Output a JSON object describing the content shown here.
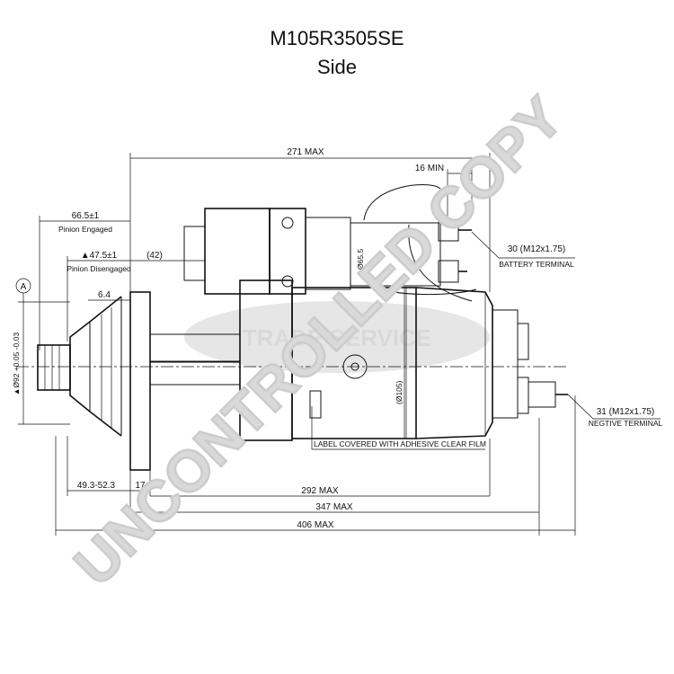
{
  "title": "M105R3505SE",
  "subtitle": "Side",
  "watermark": {
    "main": "UNCONTROLLED COPY",
    "badge": "TRADE SERVICE",
    "color": "#d9d9d9"
  },
  "dimensions": {
    "max271": "271 MAX",
    "min16": "16 MIN",
    "pinion_engaged_value": "66.5±1",
    "pinion_engaged_label": "Pinion Engaged",
    "pinion_disengaged_value": "▲47.5±1",
    "pinion_disengaged_label": "Pinion Disengaged",
    "paren42": "(42)",
    "d64": "6.4",
    "d65": "Ø65.5",
    "d105": "(Ø105)",
    "d92": "▲Ø92 +0.05 -0.03",
    "range": "49.3-52.3",
    "d17": "17",
    "max292": "292 MAX",
    "max347": "347 MAX",
    "max406": "406 MAX",
    "datum": "A"
  },
  "callouts": {
    "battery_spec": "30 (M12x1.75)",
    "battery_label": "BATTERY TERMINAL",
    "negative_spec": "31 (M12x1.75)",
    "negative_label": "NEGTIVE TERMINAL",
    "label_note": "LABEL COVERED WITH ADHESIVE CLEAR FILM"
  }
}
